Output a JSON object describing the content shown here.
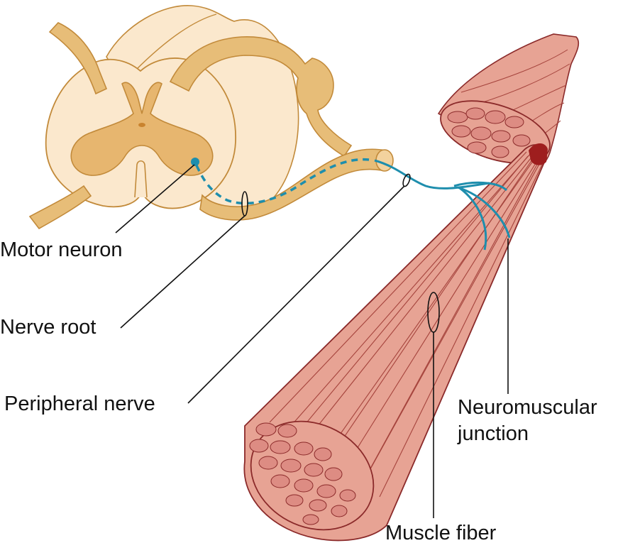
{
  "labels": {
    "motor_neuron": "Motor neuron",
    "nerve_root": "Nerve root",
    "peripheral_nerve": "Peripheral nerve",
    "neuromuscular_junction_line1": "Neuromuscular",
    "neuromuscular_junction_line2": "junction",
    "muscle_fiber": "Muscle fiber"
  },
  "colors": {
    "spinal_white_matter": "#FBE8CD",
    "spinal_gray_matter": "#E7B66F",
    "nerve_tan": "#E7BD78",
    "neuron_blue": "#1E8EAD",
    "muscle_light": "#E7A394",
    "muscle_mid": "#D98B7E",
    "muscle_outline": "#8B2A2A",
    "muscle_dark": "#9E1E1E",
    "outline_brown": "#C28A3A"
  }
}
